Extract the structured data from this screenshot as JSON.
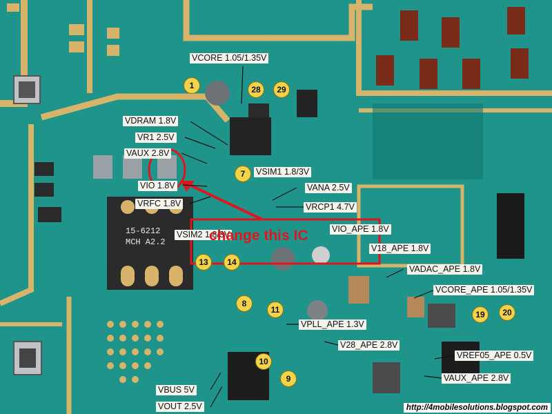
{
  "labels": {
    "vcore": "VCORE 1.05/1.35V",
    "vdram": "VDRAM 1.8V",
    "vr1": "VR1 2.5V",
    "vaux": "VAUX 2.8V",
    "vsim1": "VSIM1 1.8/3V",
    "vio": "VIO 1.8V",
    "vana": "VANA 2.5V",
    "vrfc": "VRFC 1.8V",
    "vrcp1": "VRCP1 4.7V",
    "vio_ape": "VIO_APE 1.8V",
    "vsim2": "VSIM2 1.8/3V",
    "v18_ape": "V18_APE 1.8V",
    "vadac_ape": "VADAC_APE 1.8V",
    "vcore_ape": "VCORE_APE 1.05/1.35V",
    "vpll_ape": "VPLL_APE 1.3V",
    "v28_ape": "V28_APE 2.8V",
    "vref05_ape": "VREF05_APE 0.5V",
    "vaux_ape": "VAUX_APE 2.8V",
    "vbus": "VBUS 5V",
    "vout": "VOUT 2.5V"
  },
  "markers": {
    "m1": "1",
    "m28": "28",
    "m29": "29",
    "m7": "7",
    "m13": "13",
    "m14": "14",
    "m8": "8",
    "m11": "11",
    "m10": "10",
    "m9": "9",
    "m19": "19",
    "m20": "20"
  },
  "annotation": "change this IC",
  "watermark": "http://4mobilesolutions.blogspot.com",
  "socket_marking": [
    "15-6212",
    "MCH A2.2"
  ],
  "colors": {
    "pcb": "#1f948a",
    "gold": "#d8b46a",
    "annotation_red": "#e0161f",
    "marker_yellow": "#f2d34a"
  }
}
